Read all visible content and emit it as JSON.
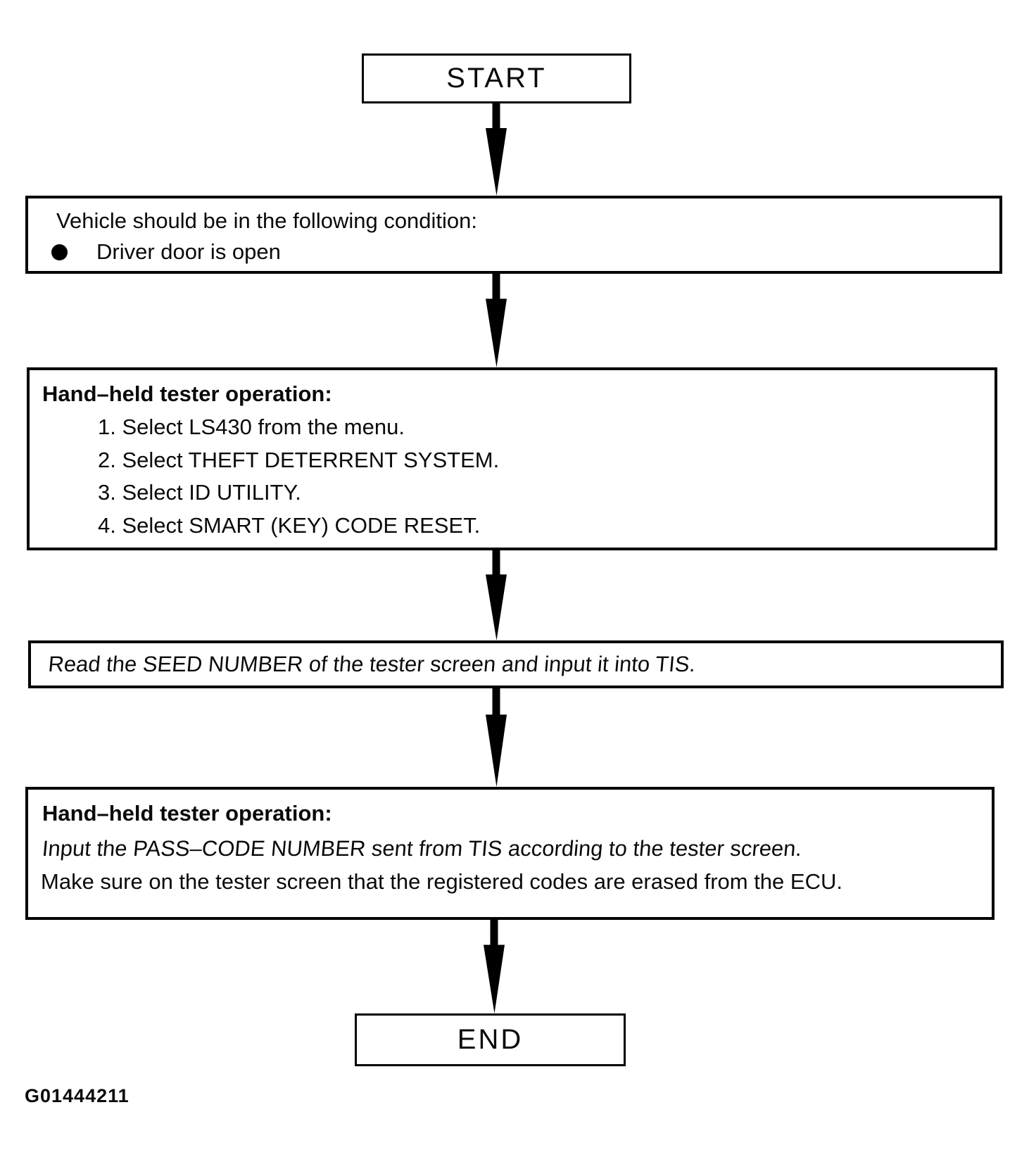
{
  "colors": {
    "ink": "#000000",
    "paper": "#ffffff"
  },
  "flow": {
    "start": "START",
    "end": "END",
    "condition": {
      "intro": "Vehicle should be in the following condition:",
      "bullet": "Driver door is open"
    },
    "tester1": {
      "title": "Hand–held tester operation:",
      "items": [
        "1. Select LS430 from the menu.",
        "2. Select THEFT DETERRENT SYSTEM.",
        "3. Select ID UTILITY.",
        "4. Select SMART (KEY) CODE RESET."
      ]
    },
    "seed": "Read the SEED NUMBER of the tester screen and input it into TIS.",
    "tester2": {
      "title": "Hand–held tester operation:",
      "line1": "Input the PASS–CODE NUMBER sent from TIS according to the tester screen.",
      "line2": "Make sure on the tester screen that the registered codes are erased from the ECU."
    },
    "figure_code": "G01444211"
  }
}
